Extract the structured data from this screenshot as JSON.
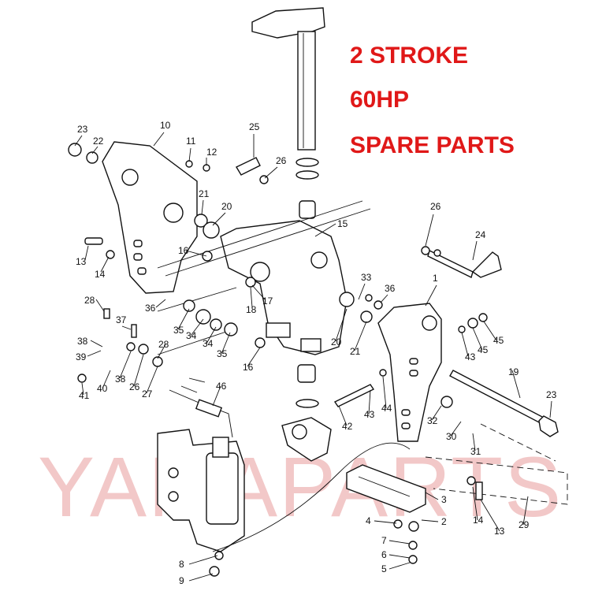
{
  "title_lines": [
    "2 STROKE",
    "60HP",
    "SPARE PARTS"
  ],
  "watermark": "YAMAPARTS",
  "colors": {
    "title": "#e01818",
    "watermark": "#f2c8c8",
    "line": "#111111"
  },
  "callouts": [
    "23",
    "22",
    "10",
    "11",
    "12",
    "25",
    "26",
    "21",
    "20",
    "15",
    "13",
    "14",
    "16",
    "26",
    "24",
    "1",
    "36",
    "33",
    "36",
    "17",
    "18",
    "28",
    "37",
    "38",
    "28",
    "35",
    "34",
    "34",
    "35",
    "20",
    "21",
    "43",
    "45",
    "45",
    "39",
    "38",
    "26",
    "27",
    "16",
    "19",
    "40",
    "41",
    "46",
    "44",
    "43",
    "42",
    "32",
    "23",
    "30",
    "31",
    "3",
    "2",
    "4",
    "7",
    "6",
    "5",
    "14",
    "13",
    "29",
    "8",
    "9"
  ]
}
